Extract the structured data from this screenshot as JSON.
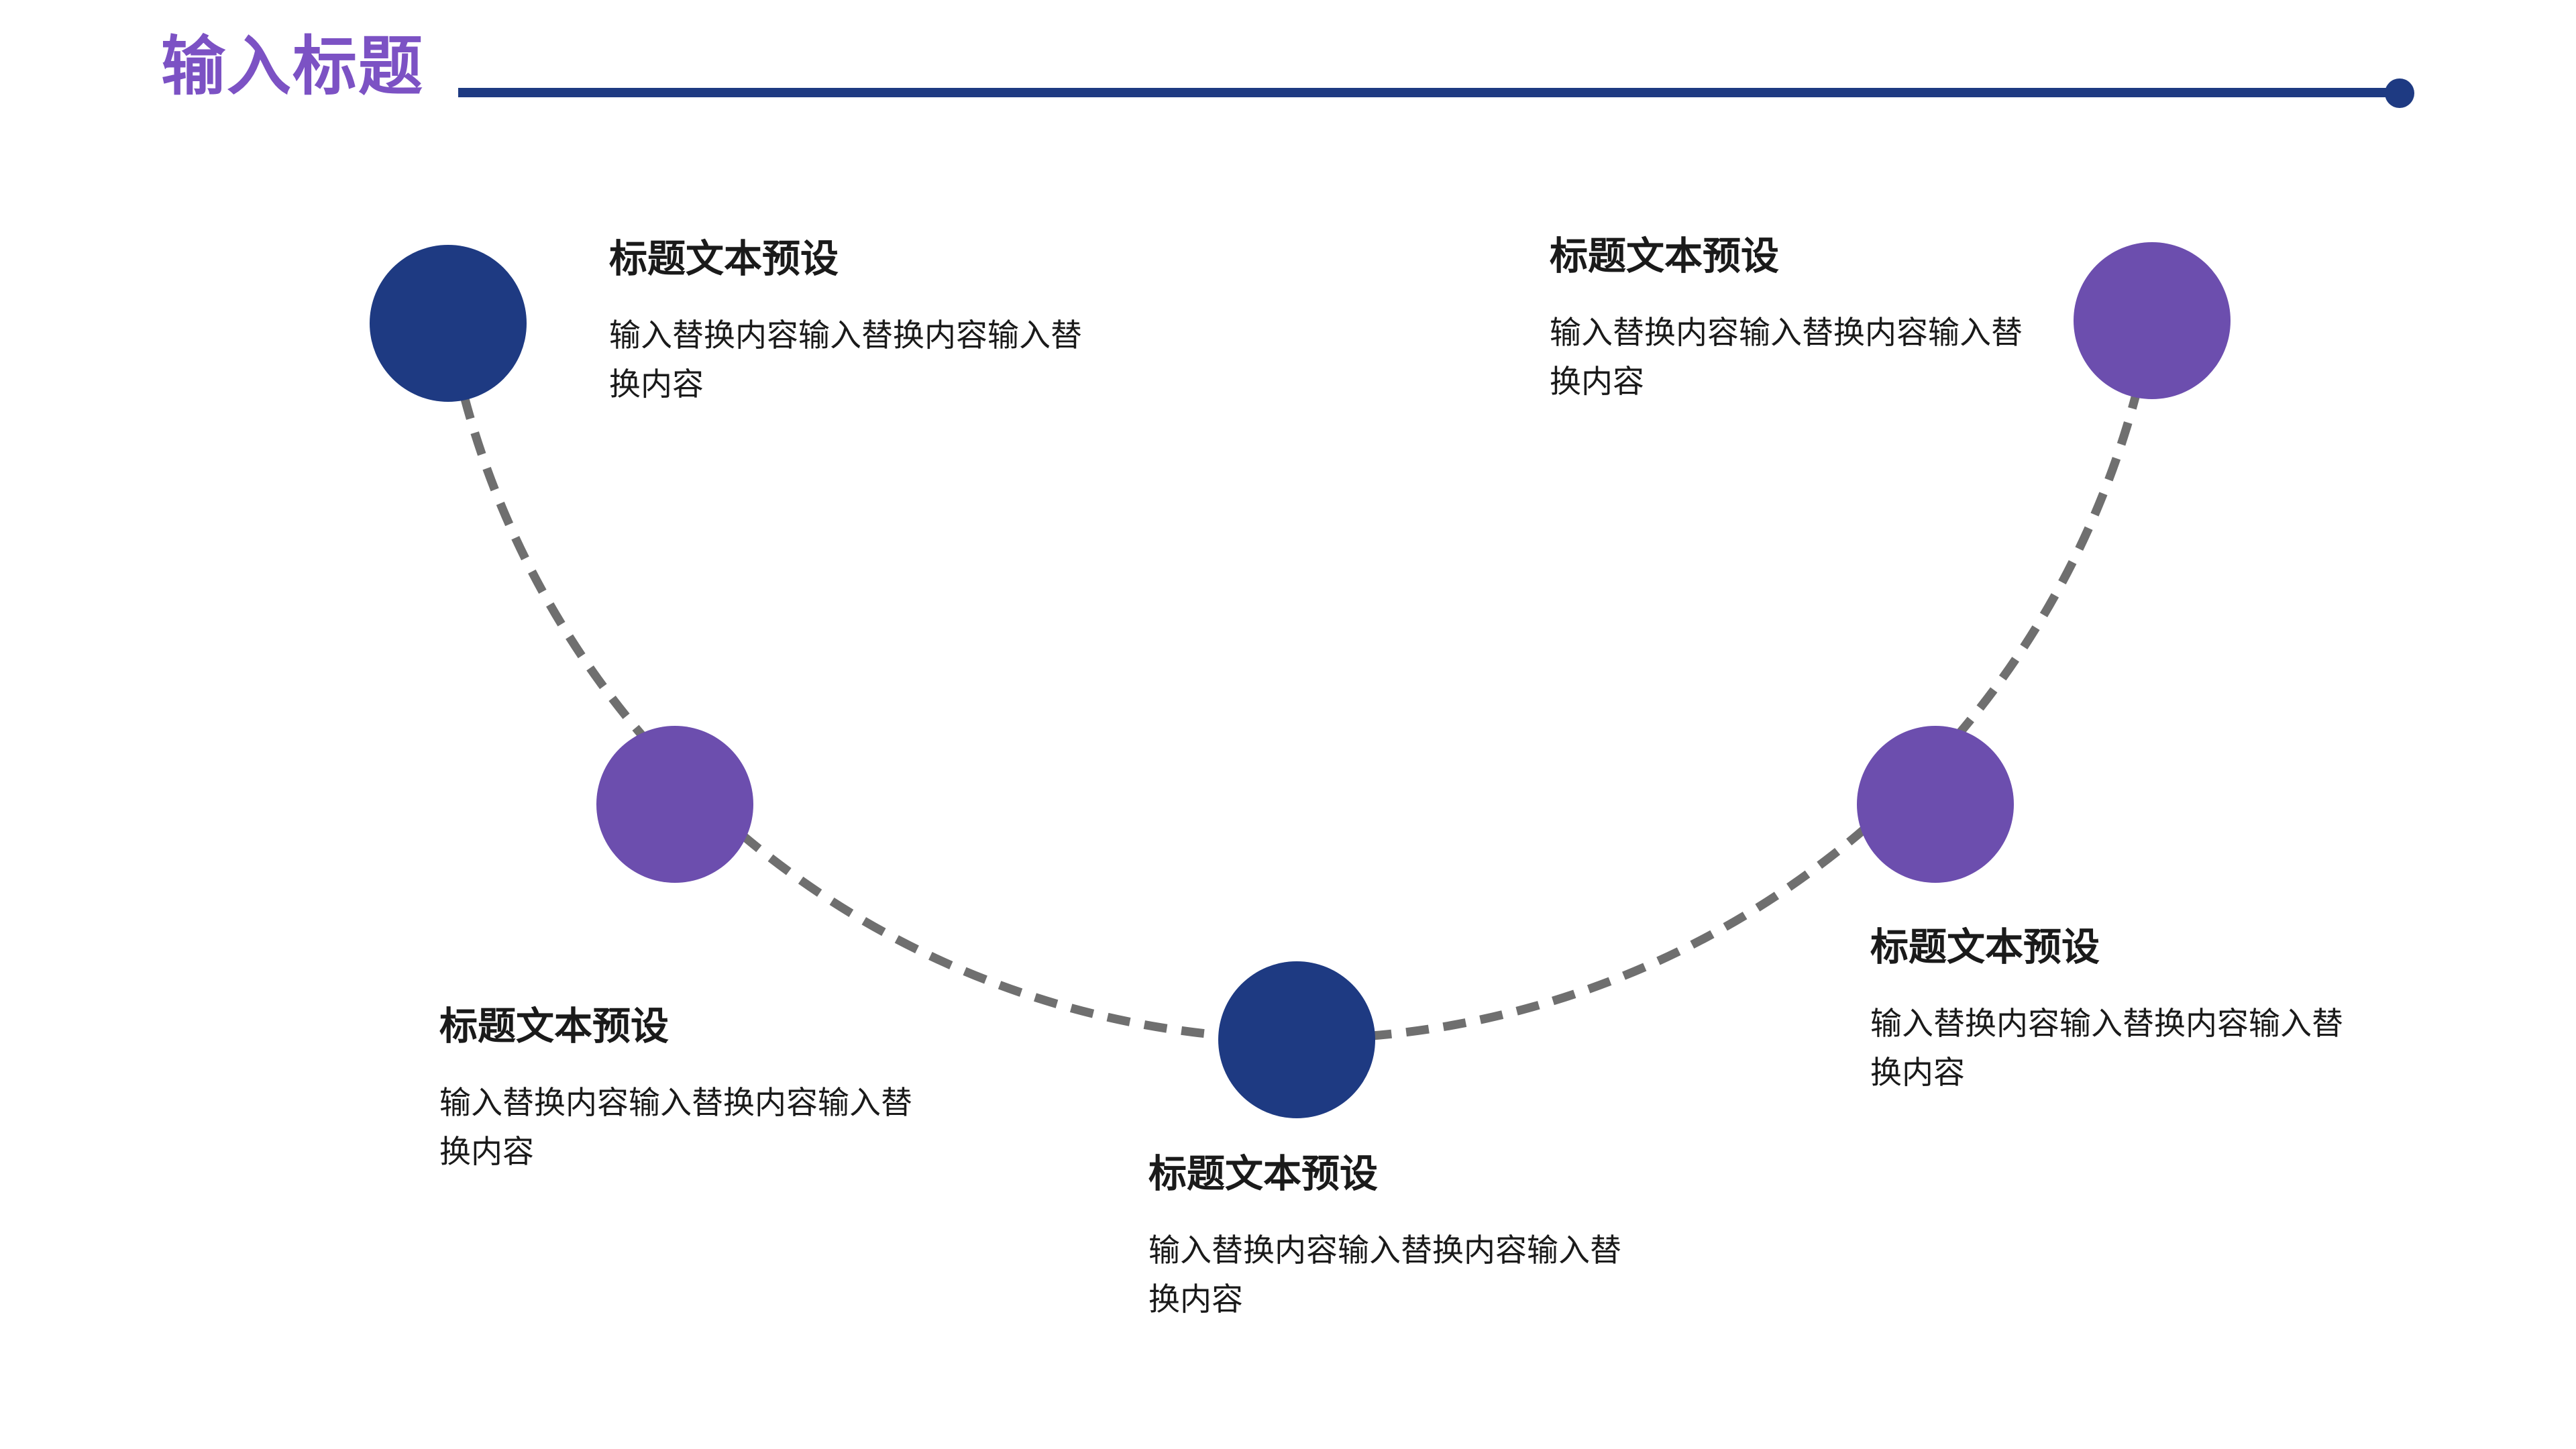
{
  "page": {
    "title": "输入标题"
  },
  "colors": {
    "title_purple": "#7C52C4",
    "navy": "#1E3A82",
    "purple": "#6C4EAE",
    "dash_gray": "#6F6F6F",
    "text_black": "#1A1A1A"
  },
  "steps": [
    {
      "position": "top-left",
      "circle_color": "#1E3A82",
      "title": "标题文本预设",
      "body": "输入替换内容输入替换内容输入替换内容"
    },
    {
      "position": "mid-left",
      "circle_color": "#6C4EAE",
      "title": "标题文本预设",
      "body": "输入替换内容输入替换内容输入替换内容"
    },
    {
      "position": "bottom-center",
      "circle_color": "#1E3A82",
      "title": "标题文本预设",
      "body": "输入替换内容输入替换内容输入替换内容"
    },
    {
      "position": "mid-right",
      "circle_color": "#6C4EAE",
      "title": "标题文本预设",
      "body": "输入替换内容输入替换内容输入替换内容"
    },
    {
      "position": "top-right",
      "circle_color": "#6C4EAE",
      "title": "标题文本预设",
      "body": "输入替换内容输入替换内容输入替换内容"
    }
  ]
}
